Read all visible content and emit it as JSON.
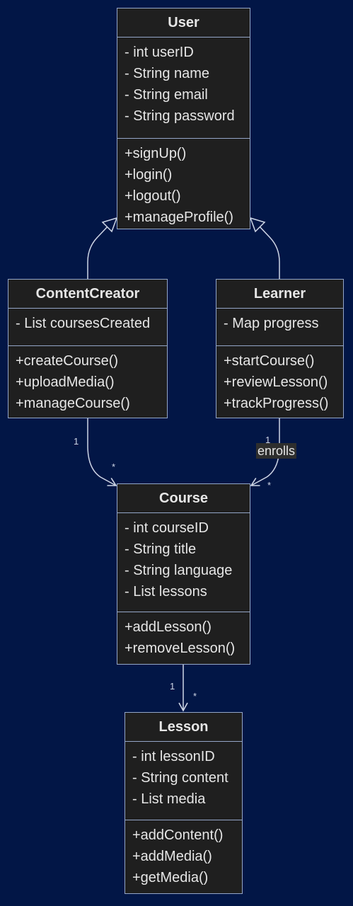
{
  "classes": {
    "user": {
      "name": "User",
      "attributes": [
        "- int userID",
        "- String name",
        "- String email",
        "- String password"
      ],
      "methods": [
        "+signUp()",
        "+login()",
        "+logout()",
        "+manageProfile()"
      ]
    },
    "content_creator": {
      "name": "ContentCreator",
      "attributes": [
        "- List coursesCreated"
      ],
      "methods": [
        "+createCourse()",
        "+uploadMedia()",
        "+manageCourse()"
      ]
    },
    "learner": {
      "name": "Learner",
      "attributes": [
        "- Map progress"
      ],
      "methods": [
        "+startCourse()",
        "+reviewLesson()",
        "+trackProgress()"
      ]
    },
    "course": {
      "name": "Course",
      "attributes": [
        "- int courseID",
        "- String title",
        "- String language",
        "- List lessons"
      ],
      "methods": [
        "+addLesson()",
        "+removeLesson()"
      ]
    },
    "lesson": {
      "name": "Lesson",
      "attributes": [
        "- int lessonID",
        "- String content",
        "- List media"
      ],
      "methods": [
        "+addContent()",
        "+addMedia()",
        "+getMedia()"
      ]
    }
  },
  "relations": {
    "creator_course": {
      "from_mult": "1",
      "to_mult": "*"
    },
    "learner_course": {
      "label": "enrolls",
      "from_mult": "1",
      "to_mult": "*"
    },
    "course_lesson": {
      "from_mult": "1",
      "to_mult": "*"
    }
  }
}
